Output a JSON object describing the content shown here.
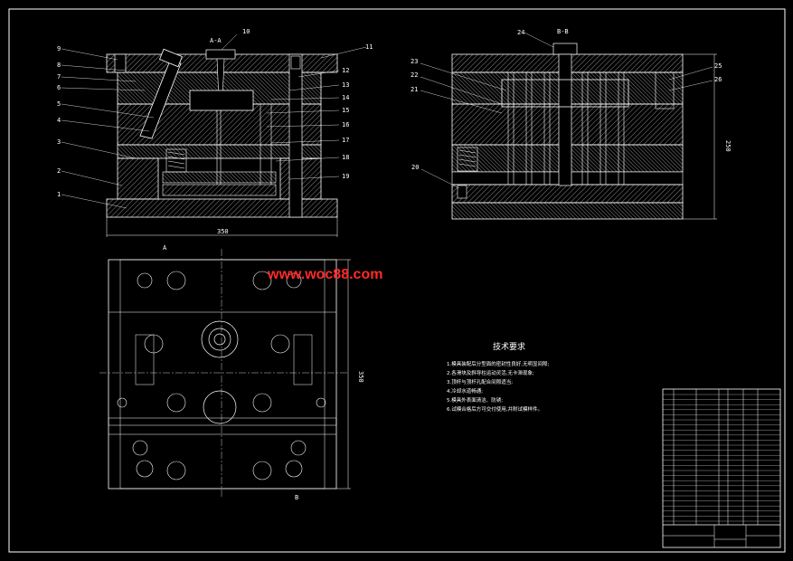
{
  "watermark": "www.woc88.com",
  "front_view": {
    "callouts_left": [
      "9",
      "8",
      "7",
      "6",
      "5",
      "4",
      "3",
      "2",
      "1"
    ],
    "callouts_right": [
      "11",
      "12",
      "13",
      "14",
      "15",
      "16",
      "17",
      "18",
      "19"
    ],
    "top_callout": "10",
    "section_label": "A-A",
    "dim_width": "350"
  },
  "side_view": {
    "callouts_left": [
      "23",
      "22",
      "21"
    ],
    "callouts_top": "24",
    "callouts_right": [
      "25",
      "26"
    ],
    "callout_20": "20",
    "section_label": "B-B",
    "dim_height": "250"
  },
  "plan_view": {
    "dim_height": "350",
    "cut_A": "A",
    "cut_B": "B"
  },
  "tech_requirements": {
    "title": "技术要求",
    "lines": [
      "1.模具装配后分型面的密封性良好,无明显间隙;",
      "2.各滑块及斜导柱运动灵活,无卡滞现象;",
      "3.顶杆与顶杆孔配合间隙适当;",
      "4.冷却水道畅通;",
      "5.模具外表面清洁、防锈;",
      "6.试模合格后方可交付使用,并附试模样件。"
    ]
  },
  "colors": {
    "background": "#000000",
    "line": "#ffffff",
    "hatch": "#9a9a9a",
    "plate": "#cfcfcf",
    "watermark": "#ff2a2a"
  }
}
